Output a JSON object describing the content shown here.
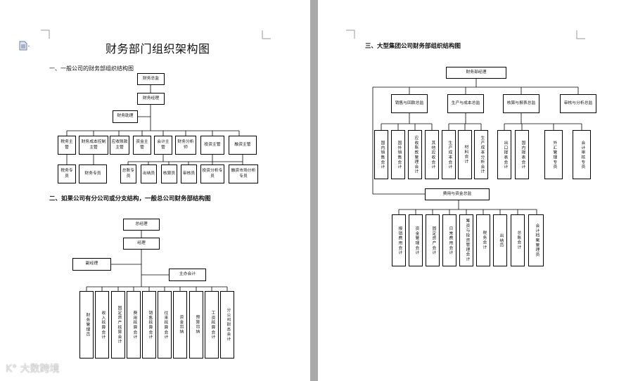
{
  "left_page": {
    "title": "财务部门组织架构图",
    "section1": "一、一般公司的财务部组织结构图",
    "section2": "二、如果公司有分公司或分支结构，一般总公司财务部结构图",
    "chart1": {
      "top": "财务总监",
      "manager": "财务经理",
      "assistant": "财务助理",
      "level3": [
        "税务主管",
        "财务成本控制主管",
        "应收账款主管",
        "资金主管",
        "会计主管",
        "财务分析师",
        "投资主管",
        "融资主管"
      ],
      "level4_left": [
        "税务专员",
        "财务专员"
      ],
      "level4_right": [
        "总账专员",
        "出纳员",
        "核算员",
        "审核员",
        "投资分析专员",
        "融资市场分析专员"
      ]
    },
    "chart2": {
      "top": "总经理",
      "manager": "经理",
      "vice": "副经理",
      "chief_accountant": "主办会计",
      "level": [
        "财务管理员",
        "收入核算会计",
        "固定资产核算会计",
        "费用核算会计",
        "销售核算会计",
        "往来核算会计",
        "资金出纳",
        "预算出纳",
        "工资核算会计",
        "分公司财务会计"
      ]
    }
  },
  "right_page": {
    "section3": "三、大型集团公司财务部组织结构图",
    "chart3": {
      "top": "财务部经理",
      "managers": [
        "销售与回款总监",
        "生产与成本总监",
        "核算与报表总监",
        "审核与分析总监"
      ],
      "sales_staff": [
        "国内销售会计",
        "国外销售会计",
        "应收账款管理会计",
        "其他应收会计"
      ],
      "production_staff": [
        "生产成本会计",
        "材料会计",
        "生产成本分析会计"
      ],
      "accounting_staff": [
        "出口报表会计",
        "国内报表会计"
      ],
      "audit_staff": [
        "外汇管理专员",
        "会计审核专员"
      ],
      "expense_manager": "费用与资金总监",
      "expense_staff": [
        "报销费用会计",
        "资金管理会计",
        "固定资产会计",
        "日常费用会计",
        "筹资与投资管理会计",
        "税务会计",
        "出纳员",
        "总账会计",
        "会计档案管理员"
      ]
    }
  },
  "watermark": "大数跨境"
}
